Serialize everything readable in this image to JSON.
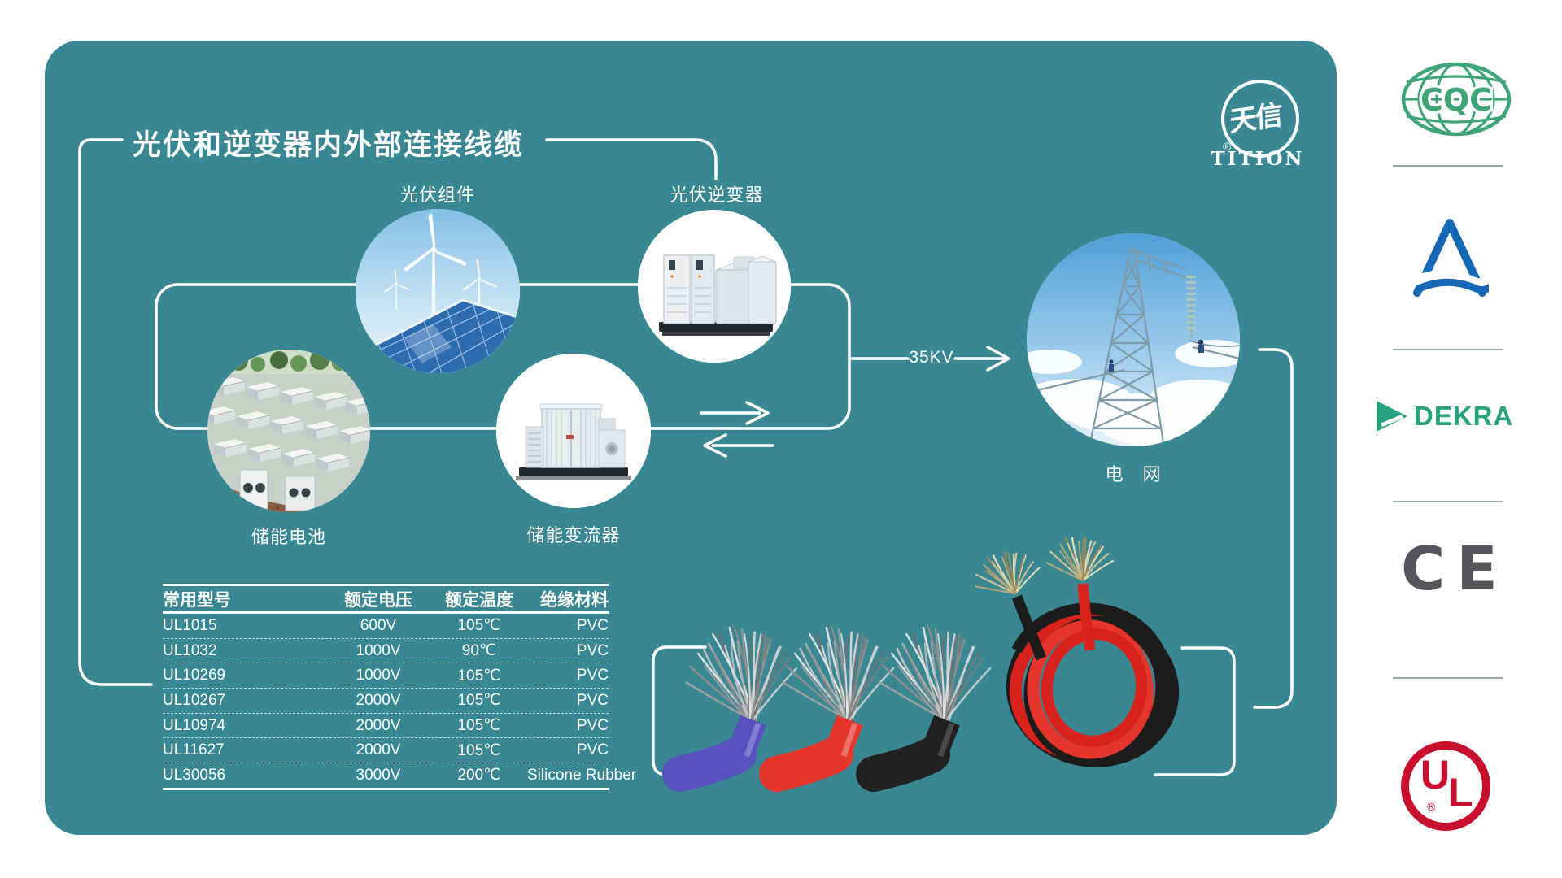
{
  "title": "光伏和逆变器内外部连接线缆",
  "brand": {
    "logo_cn": "天信",
    "registered": "®",
    "name": "TITION"
  },
  "flow": {
    "nodes": [
      {
        "id": "pv-modules",
        "label": "光伏组件"
      },
      {
        "id": "pv-inverter",
        "label": "光伏逆变器"
      },
      {
        "id": "storage-battery",
        "label": "储能电池"
      },
      {
        "id": "storage-converter",
        "label": "储能变流器"
      },
      {
        "id": "power-grid",
        "label": "电　网"
      }
    ],
    "link_voltage": "35KV"
  },
  "table": {
    "headers": [
      "常用型号",
      "额定电压",
      "额定温度",
      "绝缘材料"
    ],
    "rows": [
      [
        "UL1015",
        "600V",
        "105℃",
        "PVC"
      ],
      [
        "UL1032",
        "1000V",
        "90℃",
        "PVC"
      ],
      [
        "UL10269",
        "1000V",
        "105℃",
        "PVC"
      ],
      [
        "UL10267",
        "2000V",
        "105℃",
        "PVC"
      ],
      [
        "UL10974",
        "2000V",
        "105℃",
        "PVC"
      ],
      [
        "UL11627",
        "2000V",
        "105℃",
        "PVC"
      ],
      [
        "UL30056",
        "3000V",
        "200℃",
        "Silicone Rubber"
      ]
    ]
  },
  "certifications": {
    "cqc": "CQC",
    "dekra": "DEKRA",
    "ce": "CE",
    "ul_u": "U",
    "ul_l": "L",
    "ul_registered": "®"
  },
  "colors": {
    "panel_teal": "#388792",
    "line_white": "#ffffff",
    "cqc_green": "#3fa579",
    "triangle_blue": "#1569b4",
    "dekra_green": "#27a27c",
    "ce_gray": "#55565a",
    "ul_red": "#c8102e",
    "cable_purple": "#5b50c0",
    "cable_red": "#e6352b",
    "cable_black": "#212121"
  }
}
